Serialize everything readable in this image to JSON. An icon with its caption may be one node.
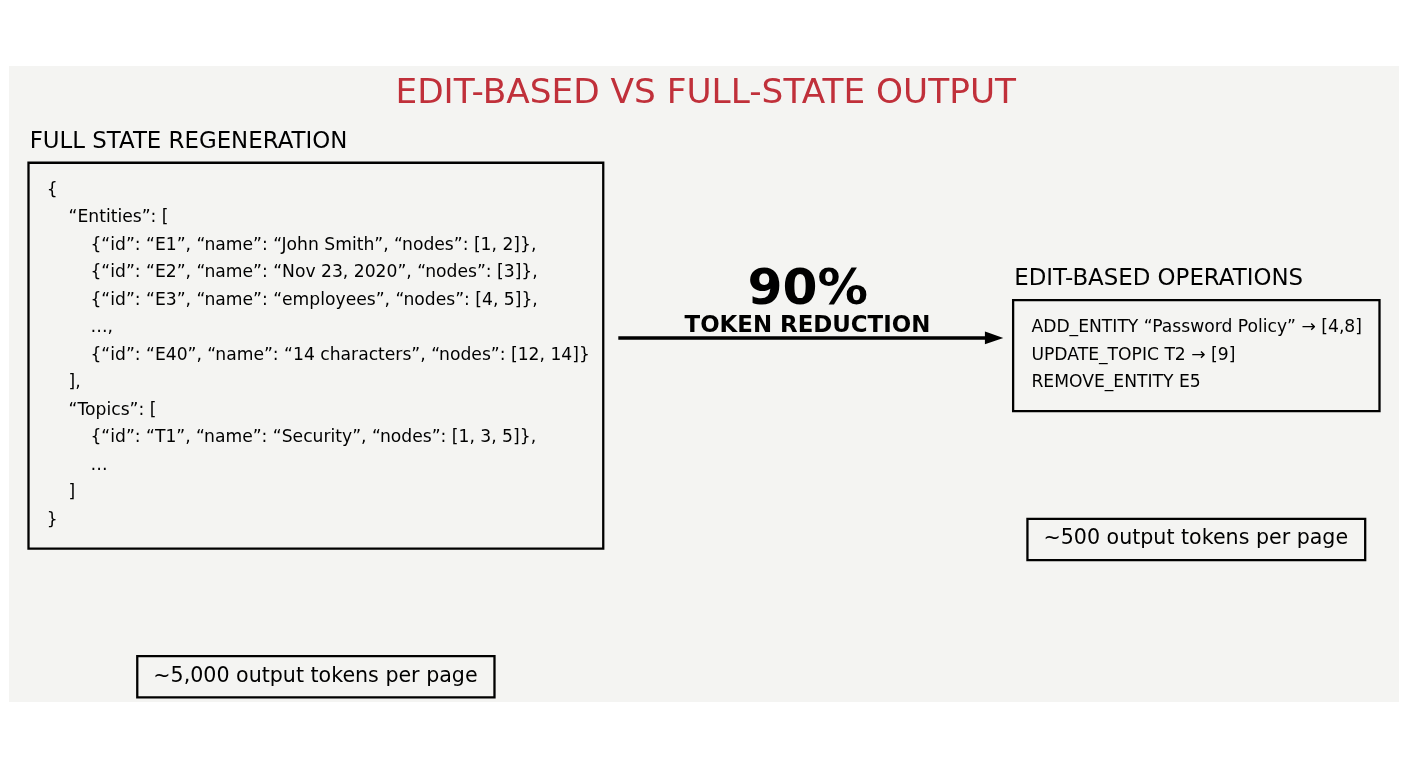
{
  "diagram": {
    "title": "EDIT-BASED VS FULL-STATE OUTPUT",
    "nodes": [
      {
        "text": [
          "FULL STATE REGENERATION",
          "{",
          "“Entities”: [",
          "{“id”: “E1”, “name”: “John Smith”, “nodes”: [1, 2]},",
          "{“id”: “E2”, “name”: “Nov 23, 2020”, “nodes”: [3]},",
          "{“id”: “E3”, “name”: “employees”, “nodes”: [4, 5]},",
          "…,",
          "{“id”: “E40”, “name”: “14 characters”, “nodes”: [12, 14]}",
          "],",
          "“Topics”: [",
          "{“id”: “T1”, “name”: “Security”, “nodes”: [1, 3, 5]},",
          "…",
          "]",
          "}"
        ]
      },
      {
        "text": [
          "EDIT-BASED OPERATIONS",
          "ADD_ENTITY “Password Policy” → [4,8]",
          "UPDATE_TOPIC T2 → [9]",
          "REMOVE_ENTITY E5"
        ]
      },
      {
        "text": [
          "~5,000 output tokens per page"
        ]
      },
      {
        "text": [
          "~500 output tokens per page"
        ]
      }
    ],
    "edges": [
      {
        "from": 0,
        "to": 1,
        "arrow": "to",
        "label": "90% TOKEN REDUCTION"
      }
    ]
  }
}
